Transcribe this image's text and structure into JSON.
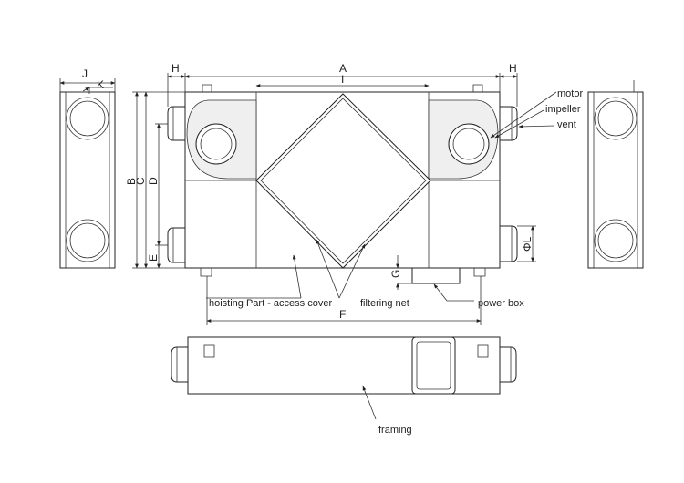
{
  "dimensions": {
    "A": "A",
    "I": "I",
    "H_left": "H",
    "H_right": "H",
    "J": "J",
    "K": "K",
    "B": "B",
    "C": "C",
    "D": "D",
    "E": "E",
    "F": "F",
    "G": "G",
    "PhiL": "ΦL"
  },
  "labels": {
    "motor": "motor",
    "impeller": "impeller",
    "vent": "vent",
    "hoisting": "hoisting Part - access cover",
    "filtering_net": "filtering net",
    "power_box": "power box",
    "framing": "framing"
  },
  "colors": {
    "line": "#222222",
    "shade": "#efefef",
    "background": "#ffffff"
  }
}
